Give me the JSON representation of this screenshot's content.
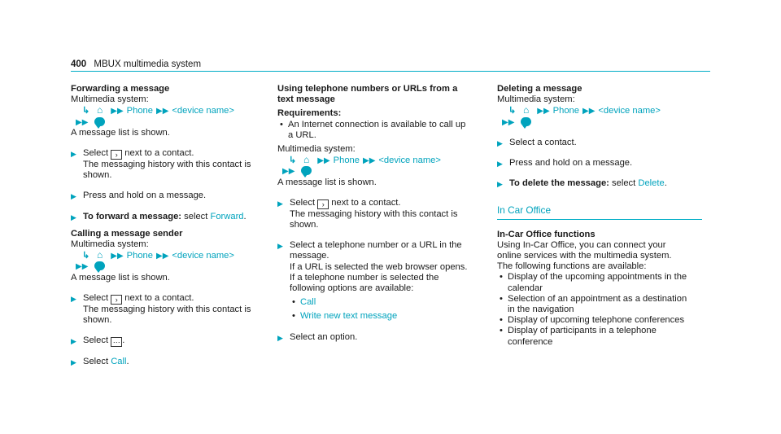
{
  "header": {
    "page_number": "400",
    "title": "MBUX multimedia system"
  },
  "col1": {
    "fwd_title": "Forwarding a message",
    "mm_label": "Multimedia system:",
    "phone": "Phone",
    "device": "<device name>",
    "shown": "A message list is shown.",
    "s1a": "Select ",
    "s1b": " next to a contact.",
    "s1c": "The messaging history with this contact is shown.",
    "s2": "Press and hold on a message.",
    "s3a": "To forward a message:",
    "s3b": " select ",
    "s3c": "Forward",
    "call_title": "Calling a message sender",
    "mm_label2": "Multimedia system:",
    "shown2": "A message list is shown.",
    "s4a": "Select ",
    "s4b": " next to a contact.",
    "s4c": "The messaging history with this contact is shown.",
    "s5": "Select ",
    "s6a": "Select ",
    "s6b": "Call"
  },
  "col2": {
    "title": "Using telephone numbers or URLs from a text message",
    "req": "Requirements:",
    "req1": "An Internet connection is available to call up a URL.",
    "mm_label": "Multimedia system:",
    "shown": "A message list is shown.",
    "s1a": "Select ",
    "s1b": " next to a contact.",
    "s1c": "The messaging history with this contact is shown.",
    "s2a": "Select a telephone number or a URL in the message.",
    "s2b": "If a URL is selected the web browser opens.",
    "s2c": "If a telephone number is selected the following options are available:",
    "opt1": "Call",
    "opt2": "Write new text message",
    "s3": "Select an option."
  },
  "col3": {
    "del_title": "Deleting a message",
    "mm_label": "Multimedia system:",
    "s1": "Select a contact.",
    "s2": "Press and hold on a message.",
    "s3a": "To delete the message:",
    "s3b": " select ",
    "s3c": "Delete",
    "section": "In Car Office",
    "func_title": "In-Car Office functions",
    "intro": "Using In-Car Office, you can connect your online services with the multimedia system.",
    "list_intro": "The following functions are available:",
    "items": [
      "Display of the upcoming appointments in the calendar",
      "Selection of an appointment as a destination in the navigation",
      "Display of upcoming telephone conferences",
      "Display of participants in a telephone conference"
    ]
  },
  "icons": {
    "home": "home-icon",
    "message": "message-icon",
    "arrow": "right-arrow-icon",
    "more": "more-icon"
  },
  "colors": {
    "accent": "#00a3bd",
    "text": "#1a1a1a"
  }
}
